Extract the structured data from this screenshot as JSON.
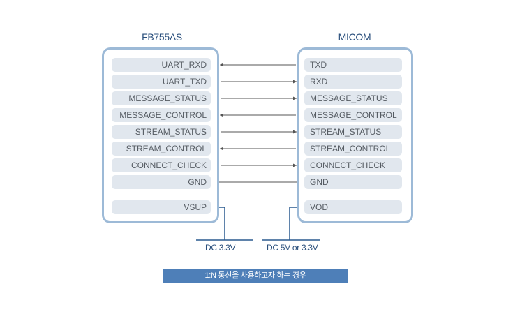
{
  "left_module": {
    "title": "FB755AS",
    "pins": [
      "UART_RXD",
      "UART_TXD",
      "MESSAGE_STATUS",
      "MESSAGE_CONTROL",
      "STREAM_STATUS",
      "STREAM_CONTROL",
      "CONNECT_CHECK",
      "GND"
    ],
    "power_pin": "VSUP",
    "supply_label": "DC 3.3V"
  },
  "right_module": {
    "title": "MICOM",
    "pins": [
      "TXD",
      "RXD",
      "MESSAGE_STATUS",
      "MESSAGE_CONTROL",
      "STREAM_STATUS",
      "STREAM_CONTROL",
      "CONNECT_CHECK",
      "GND"
    ],
    "power_pin": "VOD",
    "supply_label": "DC 5V or 3.3V"
  },
  "connections": [
    {
      "from": "TXD",
      "to": "UART_RXD",
      "direction": "to-left"
    },
    {
      "from": "UART_TXD",
      "to": "RXD",
      "direction": "to-right"
    },
    {
      "from": "MESSAGE_STATUS",
      "to": "MESSAGE_STATUS",
      "direction": "to-right"
    },
    {
      "from": "MESSAGE_CONTROL",
      "to": "MESSAGE_CONTROL",
      "direction": "to-left"
    },
    {
      "from": "STREAM_STATUS",
      "to": "STREAM_STATUS",
      "direction": "to-right"
    },
    {
      "from": "STREAM_CONTROL",
      "to": "STREAM_CONTROL",
      "direction": "to-left"
    },
    {
      "from": "CONNECT_CHECK",
      "to": "CONNECT_CHECK",
      "direction": "to-right"
    },
    {
      "from": "GND",
      "to": "GND",
      "direction": "none"
    }
  ],
  "caption": "1:N 통신을 사용하고자 하는 경우",
  "colors": {
    "box_border": "#9dbad7",
    "pin_fill": "#e1e7ee",
    "wire": "#555555",
    "title": "#2a4f7c",
    "caption_bg": "#4e7fb8",
    "supply_line": "#2a5a8f"
  }
}
